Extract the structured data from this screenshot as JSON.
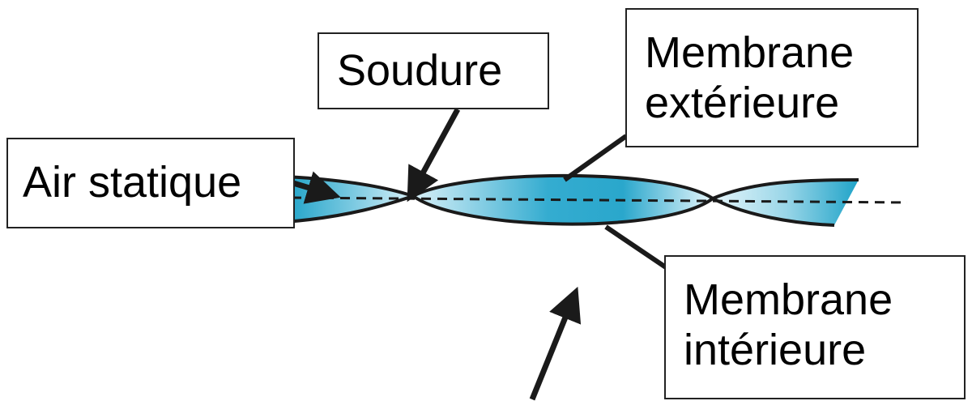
{
  "labels": {
    "soudure": "Soudure",
    "air": "Air statique",
    "ext_line1": "Membrane",
    "ext_line2": "extérieure",
    "int_line1": "Membrane",
    "int_line2": "intérieure"
  },
  "colors": {
    "fill_dark": "#1fa3c8",
    "fill_light": "#d8f0f8",
    "outline": "#1a1a1a",
    "arrow": "#1a1a1a"
  }
}
